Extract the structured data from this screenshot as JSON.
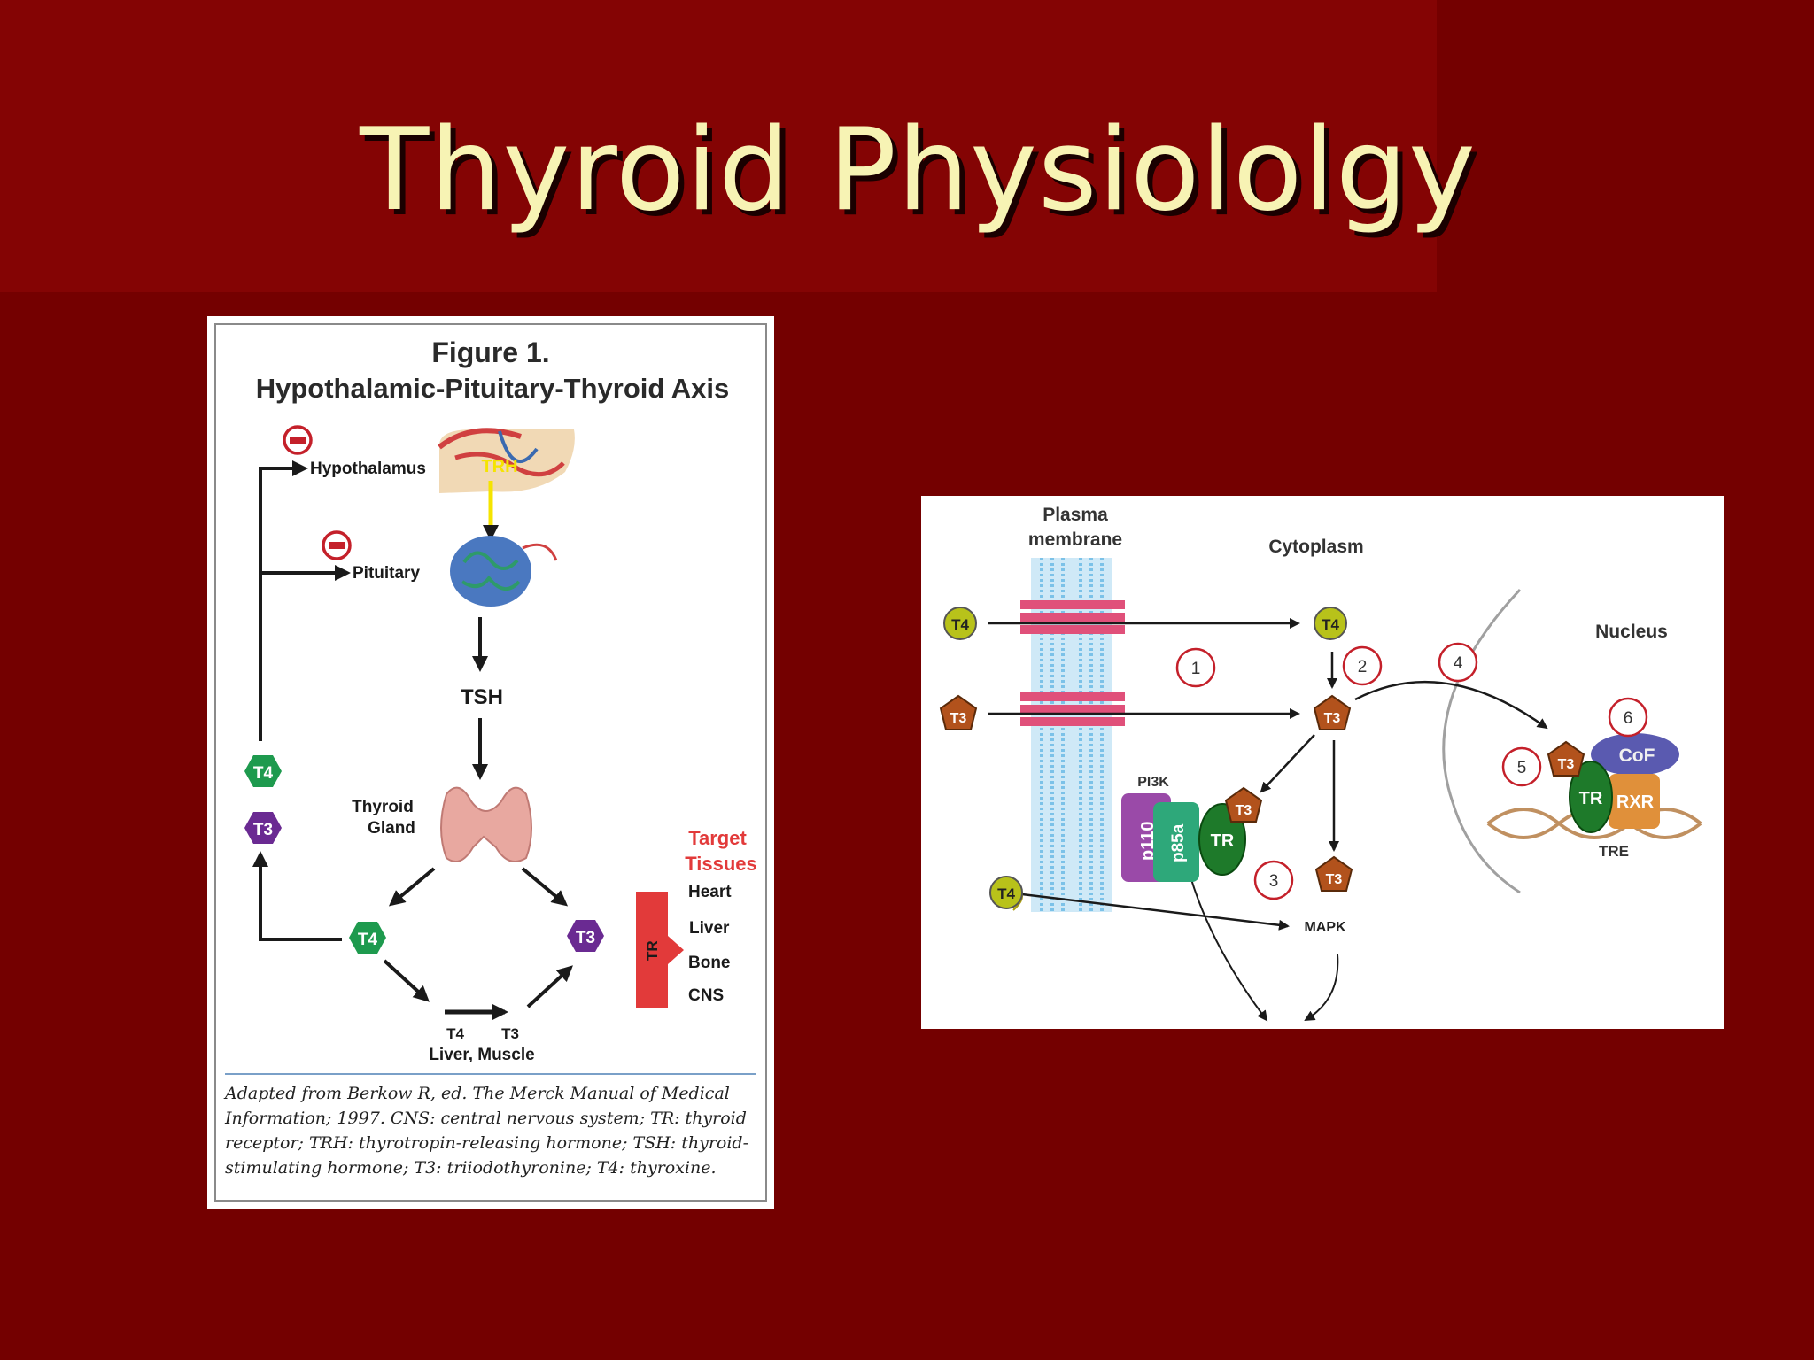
{
  "slide": {
    "title": "Thyroid Physiololgy",
    "background_color": "#740000",
    "title_color": "#f7f3b4"
  },
  "figure1": {
    "heading_line1": "Figure 1.",
    "heading_line2": "Hypothalamic-Pituitary-Thyroid Axis",
    "hypothalamus": "Hypothalamus",
    "trh": "TRH",
    "pituitary": "Pituitary",
    "tsh": "TSH",
    "thyroid_line1": "Thyroid",
    "thyroid_line2": "Gland",
    "t4": "T4",
    "t3": "T3",
    "conversion_t4": "T4",
    "conversion_t3": "T3",
    "conversion_site": "Liver, Muscle",
    "target_line1": "Target",
    "target_line2": "Tissues",
    "receptor": "TR",
    "tissues": [
      "Heart",
      "Liver",
      "Bone",
      "CNS"
    ],
    "caption": "Adapted from Berkow R, ed. The Merck Manual of Medical Information; 1997. CNS: central nervous system; TR: thyroid receptor; TRH: thyrotropin-releasing hormone; TSH: thyroid-stimulating hormone; T3: triiodothyronine; T4: thyroxine.",
    "colors": {
      "t4": "#1e9a4e",
      "t3": "#6a2a92",
      "target": "#e23a3a",
      "inhibit": "#c4202a"
    }
  },
  "figure2": {
    "plasma_line1": "Plasma",
    "plasma_line2": "membrane",
    "cytoplasm": "Cytoplasm",
    "nucleus": "Nucleus",
    "t4": "T4",
    "t3": "T3",
    "steps": [
      "1",
      "2",
      "3",
      "4",
      "5",
      "6"
    ],
    "pi3k": "PI3K",
    "p110": "p110",
    "p85a": "p85a",
    "tr": "TR",
    "cof": "CoF",
    "rxr": "RXR",
    "tre": "TRE",
    "mapk": "MAPK",
    "colors": {
      "t4": "#b8c21a",
      "t3": "#b2521c",
      "membrane": "#7cc2e8",
      "transporter": "#e0507a"
    }
  }
}
